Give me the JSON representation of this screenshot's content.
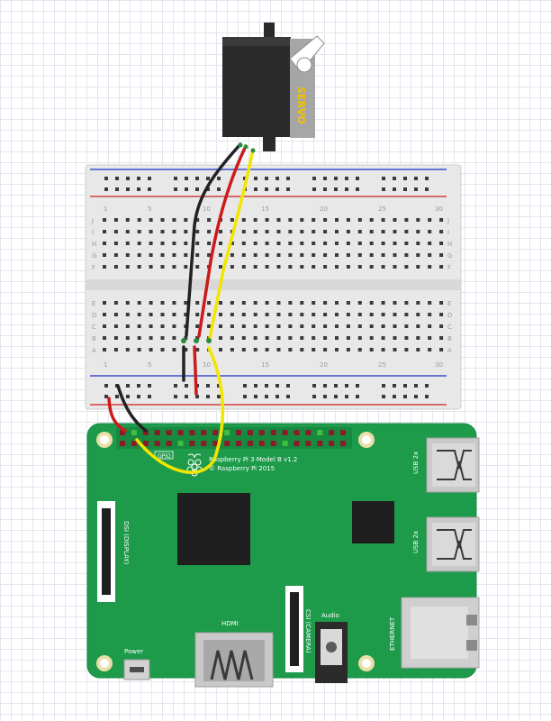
{
  "servo": {
    "label": "SERVO"
  },
  "breadboard": {
    "column_numbers": [
      "1",
      "5",
      "10",
      "15",
      "20",
      "25",
      "30"
    ],
    "row_letters_top": [
      "J",
      "I",
      "H",
      "G",
      "F"
    ],
    "row_letters_bottom": [
      "E",
      "D",
      "C",
      "B",
      "A"
    ]
  },
  "pi": {
    "model_text": "Raspberry Pi 3 Model B v1.2",
    "copyright_text": "© Raspberry Pi 2015",
    "gpio_label": "GPIO",
    "dsi_label": "DSI (DISPLAY)",
    "csi_label": "CSI (CAMERA)",
    "hdmi_label": "HDMI",
    "audio_label": "Audio",
    "power_label": "Power",
    "usb_label_1": "USB 2x",
    "usb_label_2": "USB 2x",
    "ethernet_label": "ETHERNET"
  },
  "colors": {
    "board_green": "#1d9a4a",
    "wire_black": "#222222",
    "wire_red": "#cc1b1b",
    "wire_yellow": "#f2e600",
    "breadboard_body": "#e8e8e8",
    "rail_red": "#d04040",
    "rail_blue": "#3b4fd0"
  }
}
